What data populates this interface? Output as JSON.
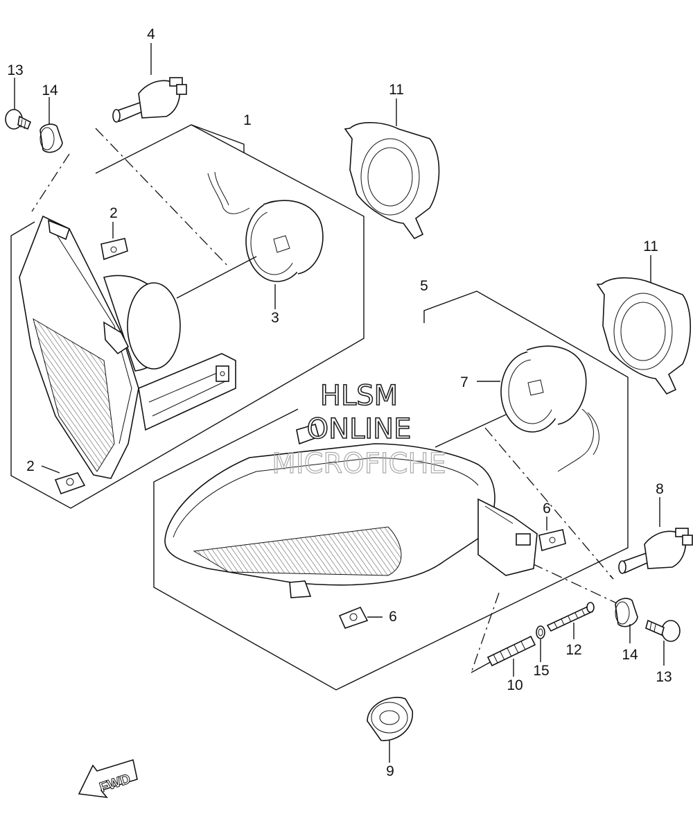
{
  "watermark": {
    "line1": "HLSM",
    "line2": "ONLINE",
    "line3": "MICROFICHE"
  },
  "fwd_label": "FWD",
  "callouts": [
    {
      "id": "c1",
      "text": "1"
    },
    {
      "id": "c2a",
      "text": "2"
    },
    {
      "id": "c2b",
      "text": "2"
    },
    {
      "id": "c3",
      "text": "3"
    },
    {
      "id": "c4",
      "text": "4"
    },
    {
      "id": "c5",
      "text": "5"
    },
    {
      "id": "c6a",
      "text": "6"
    },
    {
      "id": "c6b",
      "text": "6"
    },
    {
      "id": "c7",
      "text": "7"
    },
    {
      "id": "c8",
      "text": "8"
    },
    {
      "id": "c9",
      "text": "9"
    },
    {
      "id": "c10",
      "text": "10"
    },
    {
      "id": "c11a",
      "text": "11"
    },
    {
      "id": "c11b",
      "text": "11"
    },
    {
      "id": "c12",
      "text": "12"
    },
    {
      "id": "c13a",
      "text": "13"
    },
    {
      "id": "c13b",
      "text": "13"
    },
    {
      "id": "c14a",
      "text": "14"
    },
    {
      "id": "c14b",
      "text": "14"
    },
    {
      "id": "c15",
      "text": "15"
    }
  ]
}
